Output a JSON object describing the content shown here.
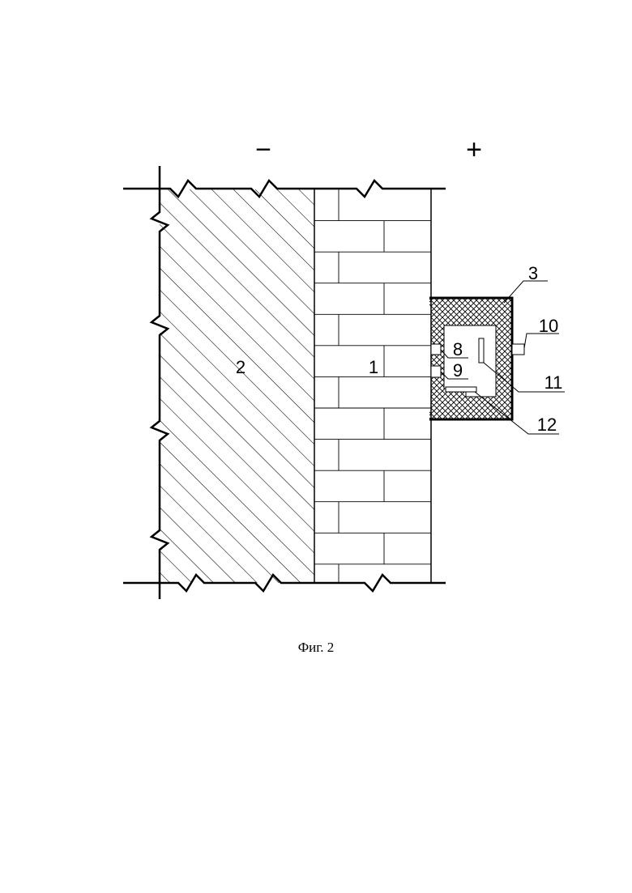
{
  "figure": {
    "sign_left": "−",
    "sign_right": "+",
    "labels": {
      "l1": "1",
      "l2": "2",
      "l3": "3",
      "l8": "8",
      "l9": "9",
      "l10": "10",
      "l11": "11",
      "l12": "12"
    },
    "caption": "Фиг. 2"
  }
}
